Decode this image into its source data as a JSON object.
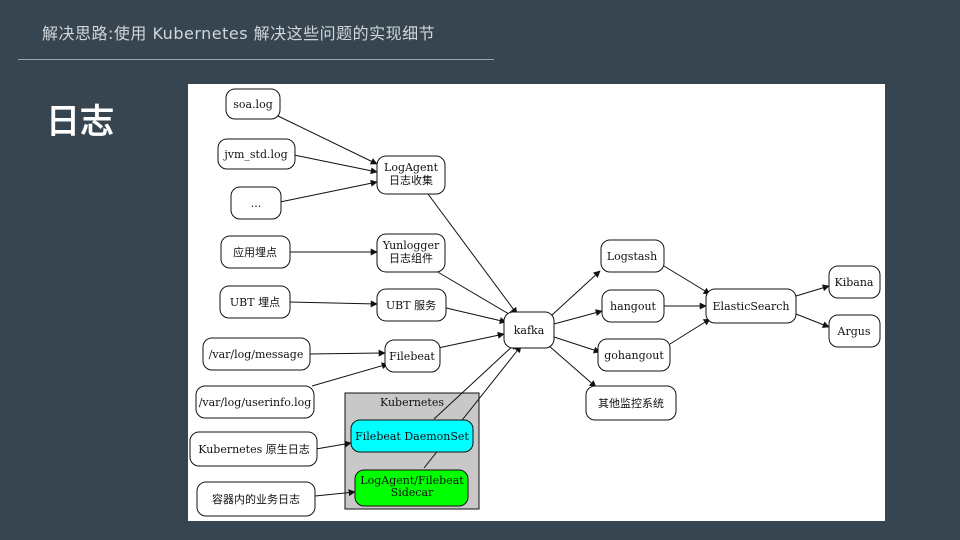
{
  "slide": {
    "title": "解决思路:使用 Kubernetes 解决这些问题的实现细节",
    "heading": "日志"
  },
  "diagram": {
    "cluster_label": "Kubernetes",
    "colors": {
      "background": "#36454f",
      "cluster_fill": "#c8c8c8",
      "daemonset_fill": "#00ffff",
      "sidecar_fill": "#00ff00",
      "node_fill": "#ffffff"
    },
    "nodes": {
      "soa_log": "soa.log",
      "jvm_std_log": "jvm_std.log",
      "ellipsis": "...",
      "app_tracking": "应用埋点",
      "ubt_tracking": "UBT 埋点",
      "var_log_message": "/var/log/message",
      "var_log_userinfo": "/var/log/userinfo.log",
      "k8s_native_log": "Kubernetes 原生日志",
      "container_business_log": "容器内的业务日志",
      "logagent_line1": "LogAgent",
      "logagent_line2": "日志收集",
      "yunlogger_line1": "Yunlogger",
      "yunlogger_line2": "日志组件",
      "ubt_service": "UBT 服务",
      "filebeat": "Filebeat",
      "filebeat_daemonset": "Filebeat DaemonSet",
      "sidecar_line1": "LogAgent/Filebeat",
      "sidecar_line2": "Sidecar",
      "kafka": "kafka",
      "logstash": "Logstash",
      "hangout": "hangout",
      "gohangout": "gohangout",
      "other_monitoring": "其他监控系统",
      "elasticsearch": "ElasticSearch",
      "kibana": "Kibana",
      "argus": "Argus"
    }
  }
}
